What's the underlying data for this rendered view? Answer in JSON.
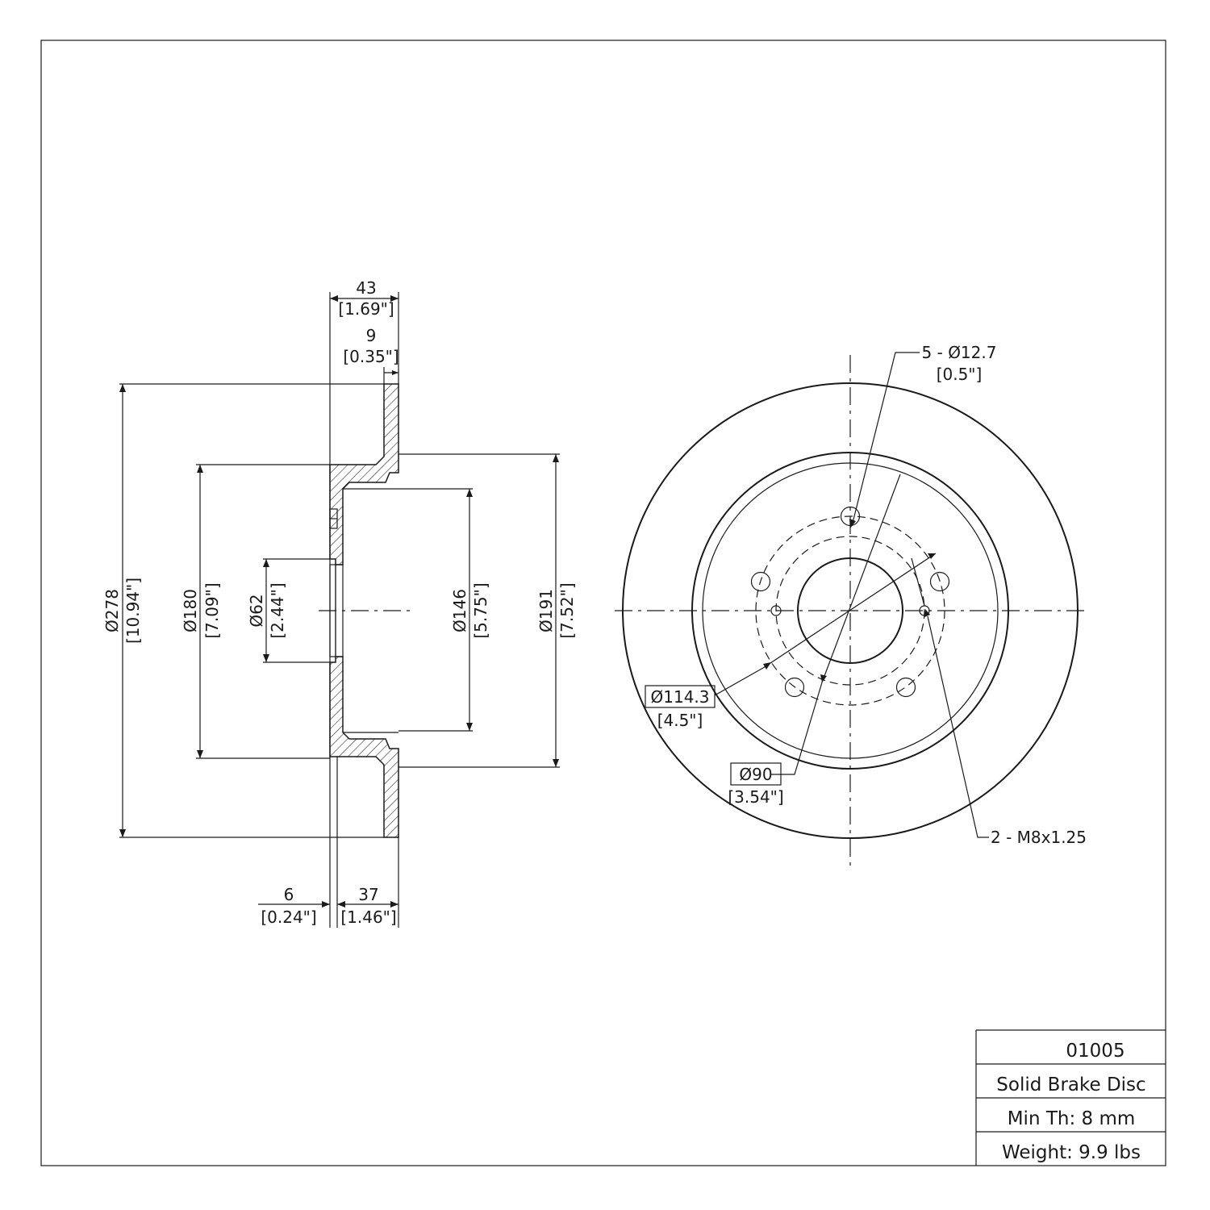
{
  "title_block": {
    "part_number": "01005",
    "description": "Solid Brake Disc",
    "min_thickness": "Min Th: 8 mm",
    "weight": "Weight: 9.9 lbs"
  },
  "section_view": {
    "overall_width_mm": "43",
    "overall_width_in": "[1.69\"]",
    "braking_thickness_mm": "9",
    "braking_thickness_in": "[0.35\"]",
    "hub_thickness_mm": "6",
    "hub_thickness_in": "[0.24\"]",
    "hat_depth_mm": "37",
    "hat_depth_in": "[1.46\"]",
    "outer_diameter_mm": "Ø278",
    "outer_diameter_in": "[10.94\"]",
    "hat_diameter_mm": "Ø180",
    "hat_diameter_in": "[7.09\"]",
    "center_bore_mm": "Ø62",
    "center_bore_in": "[2.44\"]",
    "inner_hat_diameter_mm": "Ø146",
    "inner_hat_diameter_in": "[5.75\"]",
    "friction_inner_diameter_mm": "Ø191",
    "friction_inner_diameter_in": "[7.52\"]"
  },
  "face_view": {
    "bolt_holes": "5 - Ø12.7",
    "bolt_holes_in": "[0.5\"]",
    "bolt_circle_mm": "Ø114.3",
    "bolt_circle_in": "[4.5\"]",
    "center_bore_mm": "Ø90",
    "center_bore_in": "[3.54\"]",
    "threaded_holes": "2 - M8x1.25"
  }
}
